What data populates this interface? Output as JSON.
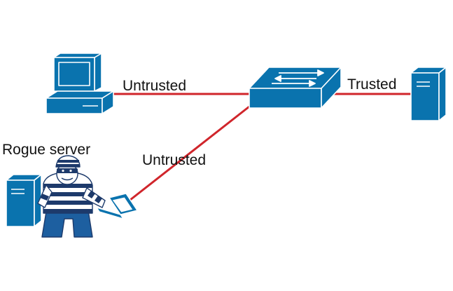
{
  "labels": {
    "link_pc": "Untrusted",
    "link_server": "Trusted",
    "link_rogue": "Untrusted",
    "rogue_server": "Rogue server"
  },
  "icons": {
    "workstation": "workstation-icon",
    "switch": "switch-icon",
    "trusted_server": "server-icon",
    "rogue_server": "server-icon",
    "attacker": "burglar-icon",
    "laptop": "laptop-icon"
  },
  "colors": {
    "device_blue": "#0a73ae",
    "device_outline": "#ffffff",
    "link_red": "#d0252b",
    "attacker_stripe": "#1d3a6b"
  }
}
